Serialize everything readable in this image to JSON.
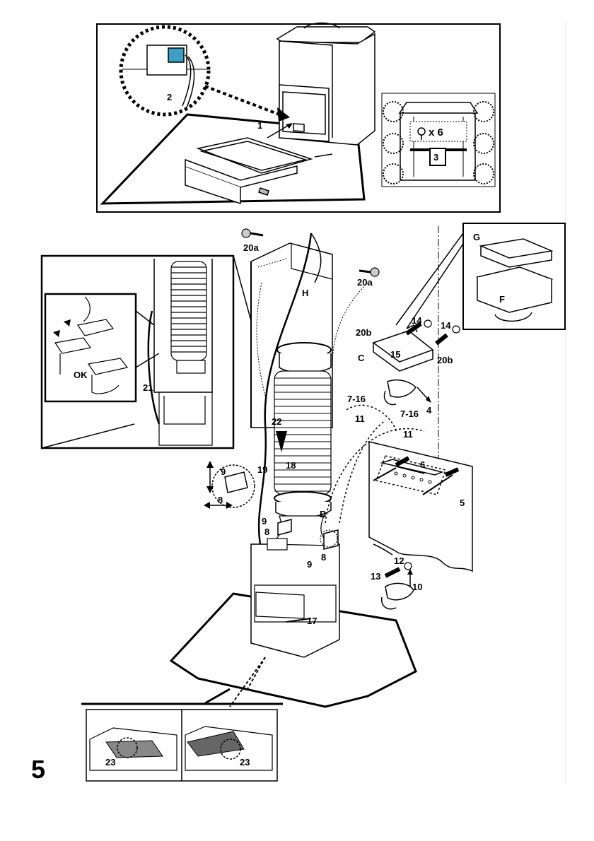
{
  "figure": {
    "page_number": "5",
    "count_label": "x 6",
    "ok_label": "OK",
    "callouts": {
      "c1": "1",
      "c2": "2",
      "c3": "3",
      "c4": "4",
      "c5": "5",
      "c6": "6",
      "c8a": "8",
      "c8b": "8",
      "c8c": "8",
      "c9a": "9",
      "c9b": "9",
      "c9c": "9",
      "c10": "10",
      "c11a": "11",
      "c11b": "11",
      "c12": "12",
      "c13": "13",
      "c14a": "14",
      "c14b": "14",
      "c15": "15",
      "c17": "17",
      "c18": "18",
      "c19": "19",
      "c20a_top": "20a",
      "c20a_right": "20a",
      "c20b_left": "20b",
      "c20b_right": "20b",
      "c21": "21",
      "c22": "22",
      "c23a": "23",
      "c23b": "23",
      "c716a": "7-16",
      "c716b": "7-16",
      "cB": "B",
      "cC": "C",
      "cF": "F",
      "cG": "G",
      "cH": "H"
    }
  }
}
